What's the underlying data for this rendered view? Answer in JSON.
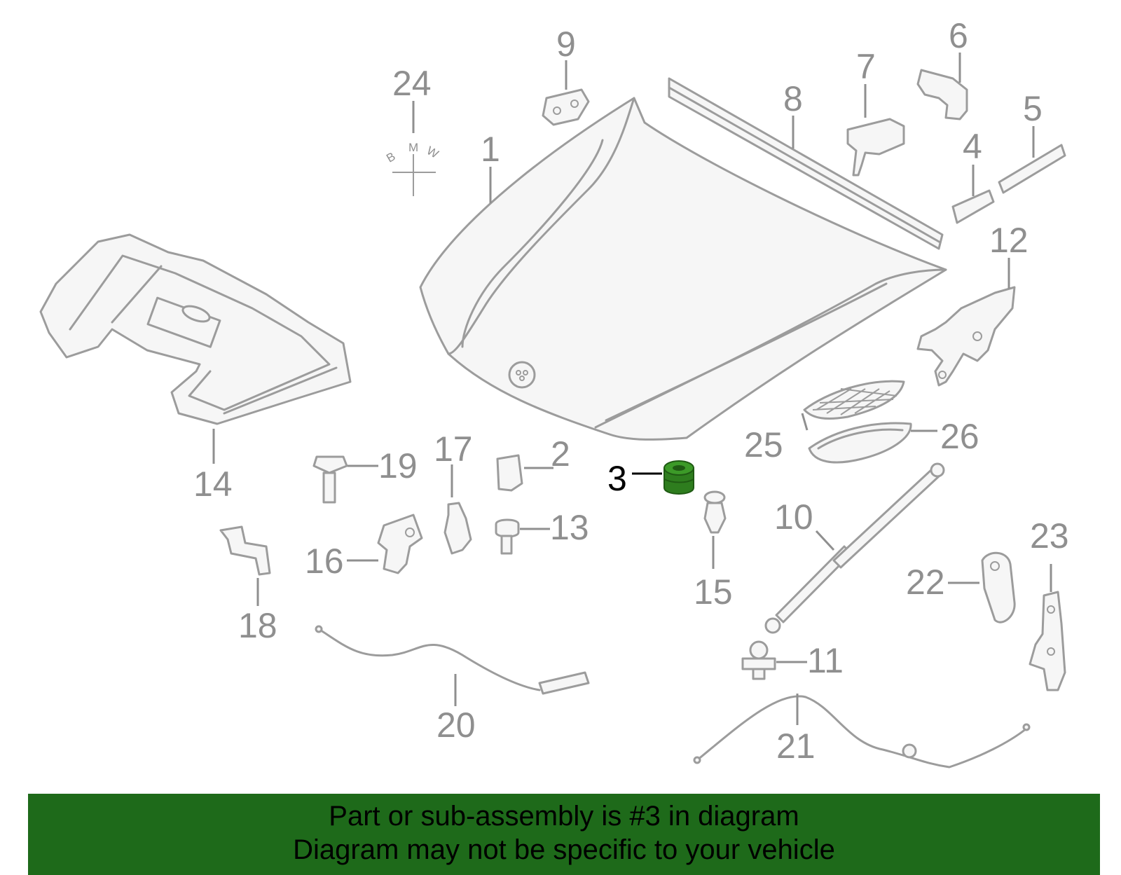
{
  "callouts": [
    {
      "id": "1",
      "label": "1"
    },
    {
      "id": "2",
      "label": "2"
    },
    {
      "id": "3",
      "label": "3",
      "highlight": true
    },
    {
      "id": "4",
      "label": "4"
    },
    {
      "id": "5",
      "label": "5"
    },
    {
      "id": "6",
      "label": "6"
    },
    {
      "id": "7",
      "label": "7"
    },
    {
      "id": "8",
      "label": "8"
    },
    {
      "id": "9",
      "label": "9"
    },
    {
      "id": "10",
      "label": "10"
    },
    {
      "id": "11",
      "label": "11"
    },
    {
      "id": "12",
      "label": "12"
    },
    {
      "id": "13",
      "label": "13"
    },
    {
      "id": "14",
      "label": "14"
    },
    {
      "id": "15",
      "label": "15"
    },
    {
      "id": "16",
      "label": "16"
    },
    {
      "id": "17",
      "label": "17"
    },
    {
      "id": "18",
      "label": "18"
    },
    {
      "id": "19",
      "label": "19"
    },
    {
      "id": "20",
      "label": "20"
    },
    {
      "id": "21",
      "label": "21"
    },
    {
      "id": "22",
      "label": "22"
    },
    {
      "id": "23",
      "label": "23"
    },
    {
      "id": "24",
      "label": "24"
    },
    {
      "id": "25",
      "label": "25"
    },
    {
      "id": "26",
      "label": "26"
    }
  ],
  "emblem": {
    "letter_b": "B",
    "letter_m": "M",
    "letter_w": "W"
  },
  "banner": {
    "line1": "Part or sub-assembly is #3 in diagram",
    "line2": "Diagram may not be specific to your vehicle"
  },
  "colors": {
    "highlight_part": "#2e7d1e",
    "banner": "#1e6a1a",
    "outline": "#9c9c9c",
    "label": "#8f8f8f"
  }
}
